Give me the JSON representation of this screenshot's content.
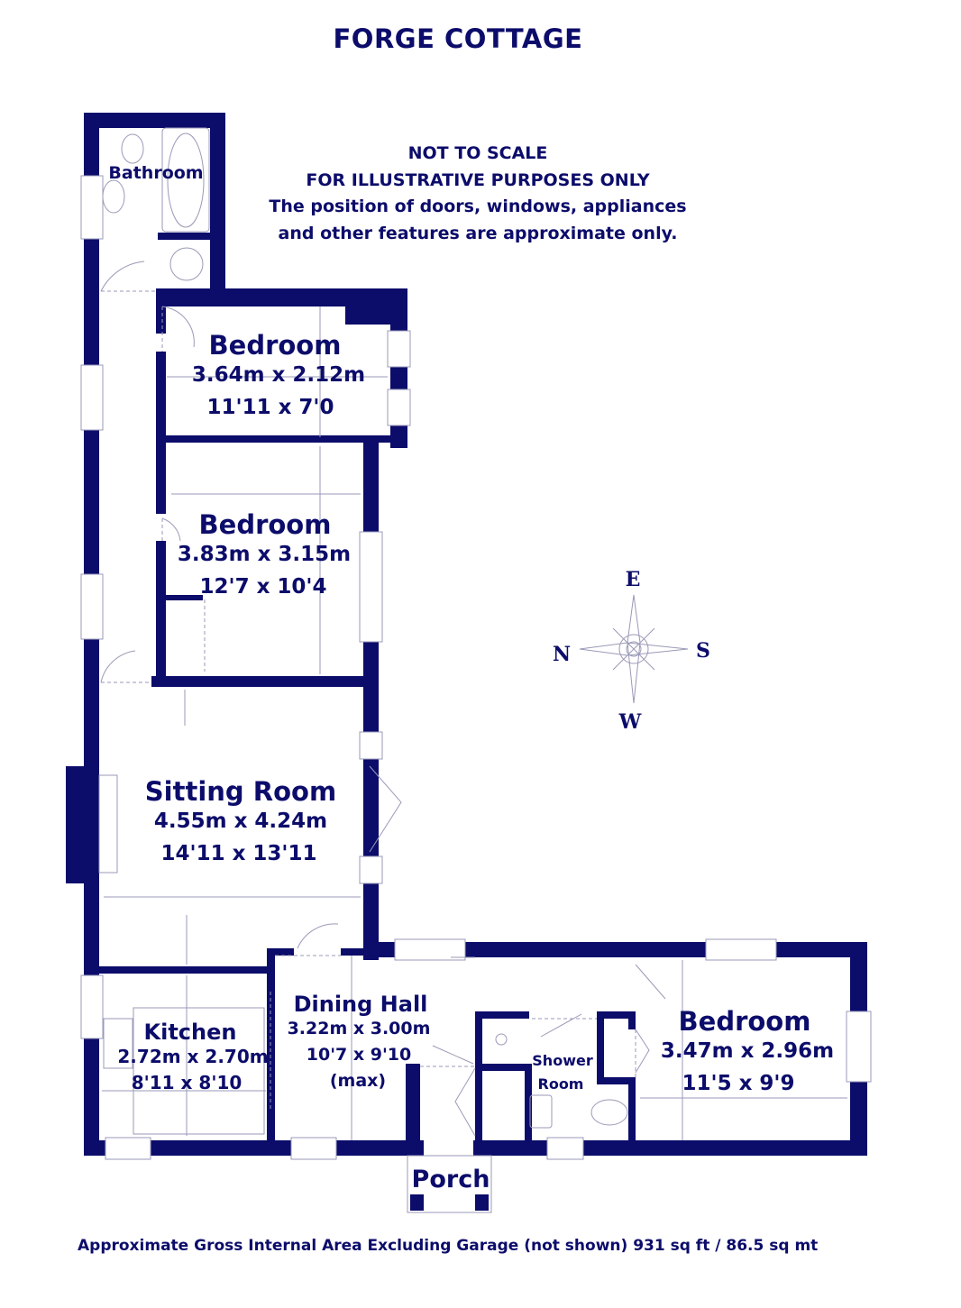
{
  "title": "FORGE COTTAGE",
  "disclaimer": [
    "NOT TO SCALE",
    "FOR ILLUSTRATIVE PURPOSES ONLY",
    "The position of doors, windows, appliances",
    "and other features are approximate only."
  ],
  "rooms": {
    "bathroom": {
      "name": "Bathroom"
    },
    "bedroom1": {
      "name": "Bedroom",
      "metric": "3.64m x 2.12m",
      "imperial": "11'11 x 7'0"
    },
    "bedroom2": {
      "name": "Bedroom",
      "metric": "3.83m x 3.15m",
      "imperial": "12'7 x 10'4"
    },
    "sitting": {
      "name": "Sitting Room",
      "metric": "4.55m x 4.24m",
      "imperial": "14'11 x 13'11"
    },
    "kitchen": {
      "name": "Kitchen",
      "metric": "2.72m x 2.70m",
      "imperial": "8'11 x 8'10"
    },
    "dining": {
      "name": "Dining Hall",
      "metric": "3.22m x 3.00m",
      "imperial": "10'7 x 9'10",
      "note": "(max)"
    },
    "shower": {
      "name1": "Shower",
      "name2": "Room"
    },
    "bedroom3": {
      "name": "Bedroom",
      "metric": "3.47m x 2.96m",
      "imperial": "11'5 x 9'9"
    },
    "porch": {
      "name": "Porch"
    }
  },
  "compass": {
    "top": "E",
    "left": "N",
    "right": "S",
    "bottom": "W"
  },
  "footer": "Approximate Gross Internal Area Excluding Garage (not shown) 931 sq ft / 86.5 sq mt",
  "colors": {
    "wall": "#0c0c6b",
    "fixture": "#9a9ab8"
  }
}
